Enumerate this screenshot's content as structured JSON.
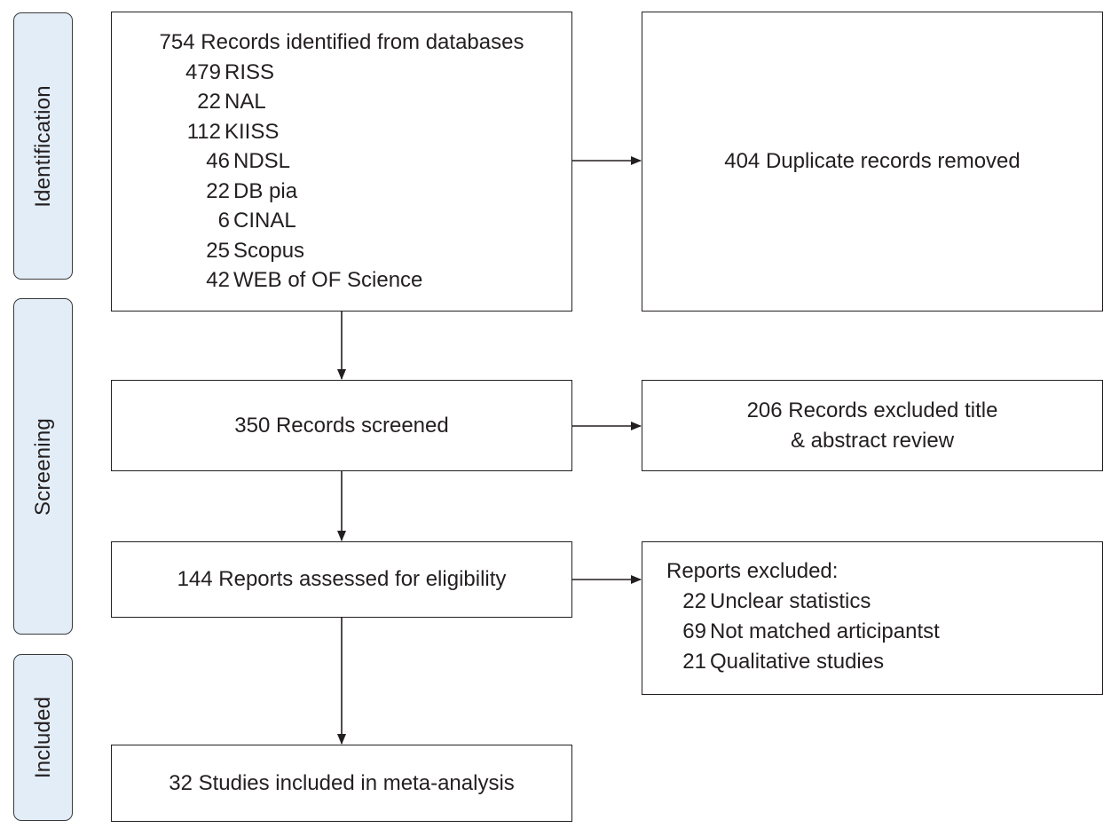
{
  "phases": {
    "identification": "Identification",
    "screening": "Screening",
    "included": "Included"
  },
  "identification": {
    "title": "754 Records identified from databases",
    "databases": [
      {
        "count": "479",
        "name": "RISS"
      },
      {
        "count": "22",
        "name": "NAL"
      },
      {
        "count": "112",
        "name": "KIISS"
      },
      {
        "count": "46",
        "name": "NDSL"
      },
      {
        "count": "22",
        "name": "DB pia"
      },
      {
        "count": "6",
        "name": "CINAL"
      },
      {
        "count": "25",
        "name": "Scopus"
      },
      {
        "count": "42",
        "name": "WEB of OF Science"
      }
    ],
    "duplicates_removed": "404 Duplicate records removed"
  },
  "screening": {
    "screened": "350 Records screened",
    "excluded_line1": "206 Records excluded title",
    "excluded_line2": "& abstract review",
    "assessed": "144 Reports assessed for eligibility",
    "reports_excluded_title": "Reports excluded:",
    "reports_excluded": [
      {
        "count": "22",
        "reason": "Unclear statistics"
      },
      {
        "count": "69",
        "reason": "Not matched articipantst"
      },
      {
        "count": "21",
        "reason": "Qualitative studies"
      }
    ]
  },
  "included": {
    "studies": "32 Studies included in meta-analysis"
  },
  "colors": {
    "phase_fill": "#e3edf7",
    "line": "#231f20"
  }
}
